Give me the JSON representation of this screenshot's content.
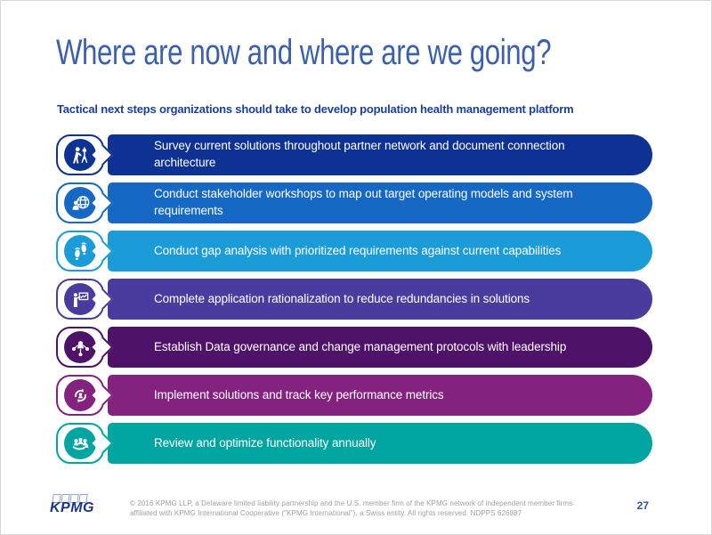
{
  "slide": {
    "title": "Where are now and where are we going?",
    "subtitle": "Tactical next steps organizations should take to develop population health management platform",
    "page_number": "27",
    "footer_text": "© 2016 KPMG LLP, a Delaware limited liability partnership and the U.S. member firm of the KPMG network of independent member firms affiliated with KPMG International Cooperative (\"KPMG International\"), a Swiss entity. All rights reserved. NDPPS 626887",
    "logo_text": "KPMG",
    "colors": {
      "title": "#3C60AB",
      "subtitle": "#1C3F9B",
      "footer_text": "#A0A0A0",
      "page_number": "#2C549B",
      "logo": "#1A338C"
    }
  },
  "steps": [
    {
      "icon": "surveyor-icon",
      "color": "#0E3293",
      "label": "Survey current solutions throughout partner network and document connection architecture"
    },
    {
      "icon": "stakeholder-globe-icon",
      "color": "#1668C5",
      "label": "Conduct stakeholder workshops to map out target operating models and system requirements"
    },
    {
      "icon": "footprints-icon",
      "color": "#1B9CD9",
      "label": "Conduct gap analysis with prioritized requirements against current capabilities"
    },
    {
      "icon": "presentation-chart-icon",
      "color": "#4A3C9E",
      "label": "Complete application rationalization to reduce redundancies in solutions"
    },
    {
      "icon": "governance-network-icon",
      "color": "#4E1269",
      "label": "Establish Data governance and change management protocols with leadership"
    },
    {
      "icon": "cycle-arrows-icon",
      "color": "#83227F",
      "label": "Implement solutions and track key performance metrics"
    },
    {
      "icon": "team-arrow-icon",
      "color": "#00A4A0",
      "label": "Review and optimize functionality annually"
    }
  ]
}
